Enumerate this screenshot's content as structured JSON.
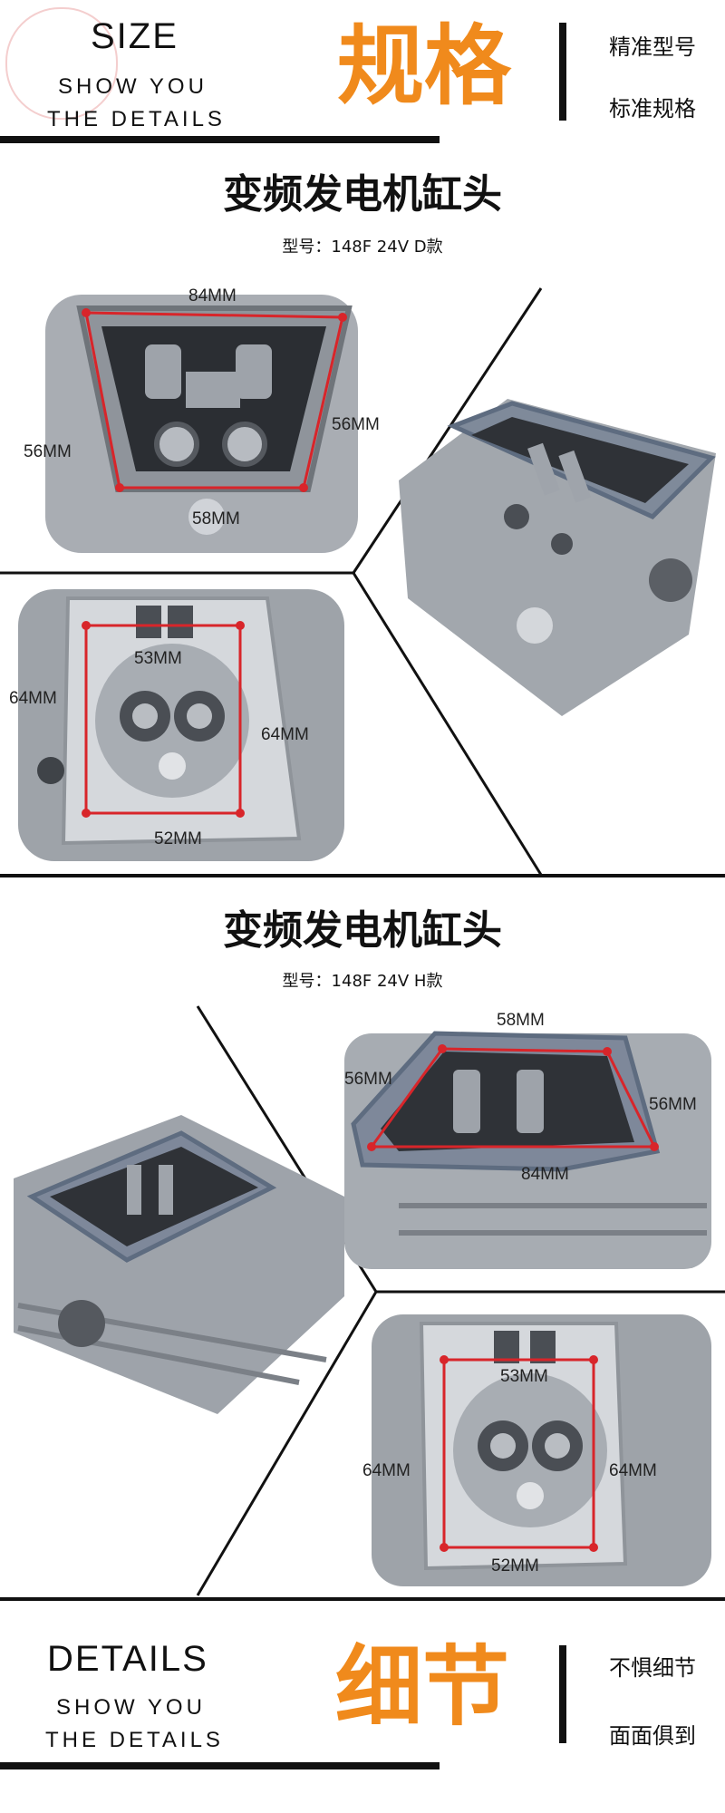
{
  "header_top": {
    "size_label": "SIZE",
    "show_line1": "SHOW YOU",
    "show_line2": "THE DETAILS",
    "cn_title": "规格",
    "side_line1": "精准型号",
    "side_line2": "标准规格"
  },
  "section_d": {
    "title": "变频发电机缸头",
    "model": "型号：148F 24V D款",
    "top_view": {
      "top": "84MM",
      "left": "56MM",
      "right": "56MM",
      "bottom": "58MM"
    },
    "bottom_view": {
      "top": "53MM",
      "left": "64MM",
      "right": "64MM",
      "bottom": "52MM"
    }
  },
  "section_h": {
    "title": "变频发电机缸头",
    "model": "型号：148F 24V H款",
    "top_view": {
      "top": "58MM",
      "left": "56MM",
      "right": "56MM",
      "bottom": "84MM"
    },
    "bottom_view": {
      "top": "53MM",
      "left": "64MM",
      "right": "64MM",
      "bottom": "52MM"
    }
  },
  "header_bottom": {
    "details_label": "DETAILS",
    "show_line1": "SHOW YOU",
    "show_line2": "THE DETAILS",
    "cn_title": "细节",
    "side_line1": "不惧细节",
    "side_line2": "面面俱到"
  },
  "colors": {
    "accent_orange": "#f08a1c",
    "measure_red": "#d8252a",
    "metal": "#a9adb3",
    "gasket": "#6a7c97"
  }
}
